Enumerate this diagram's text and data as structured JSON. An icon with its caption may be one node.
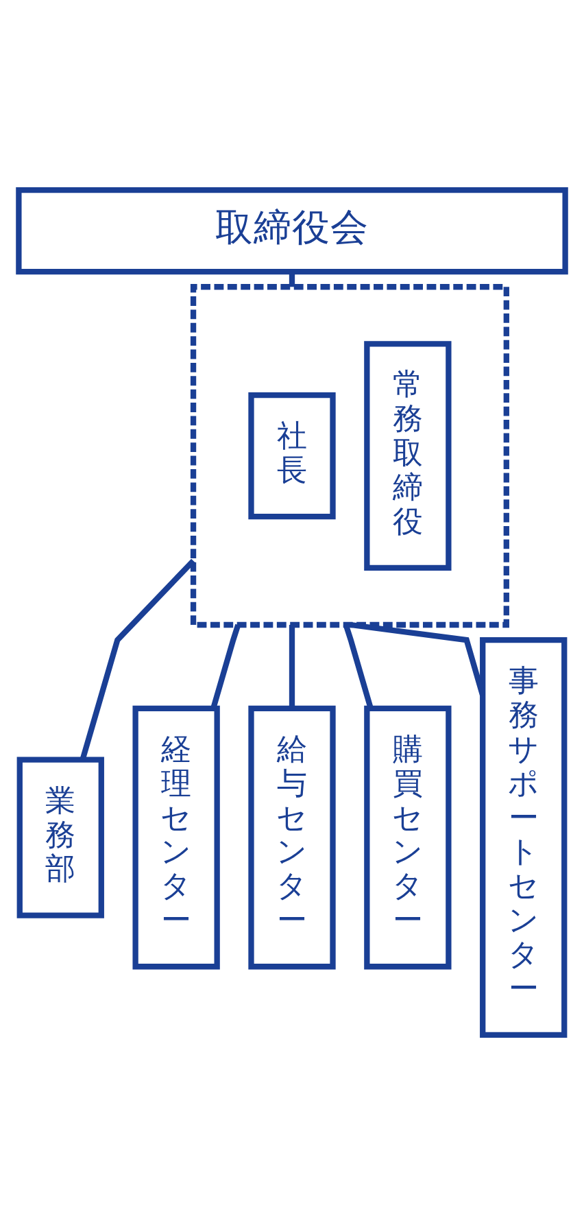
{
  "diagram": {
    "nodes": [
      {
        "text": [
          "取締役会"
        ]
      },
      {
        "text": [],
        "shape": "box"
      },
      {
        "text": [
          "社長"
        ],
        "in": 1
      },
      {
        "text": [
          "常務取締役"
        ],
        "in": 1
      },
      {
        "text": [
          "業務部"
        ]
      },
      {
        "text": [
          "経理センター"
        ]
      },
      {
        "text": [
          "給与センター"
        ]
      },
      {
        "text": [
          "購買センター"
        ]
      },
      {
        "text": [
          "事務サポートセンター"
        ]
      }
    ],
    "edges": [
      {
        "from": 0,
        "to": 1,
        "arrow": "none"
      },
      {
        "from": 1,
        "to": 4,
        "arrow": "none"
      },
      {
        "from": 1,
        "to": 5,
        "arrow": "none"
      },
      {
        "from": 1,
        "to": 6,
        "arrow": "none"
      },
      {
        "from": 1,
        "to": 7,
        "arrow": "none"
      },
      {
        "from": 1,
        "to": 8,
        "arrow": "none"
      }
    ]
  }
}
